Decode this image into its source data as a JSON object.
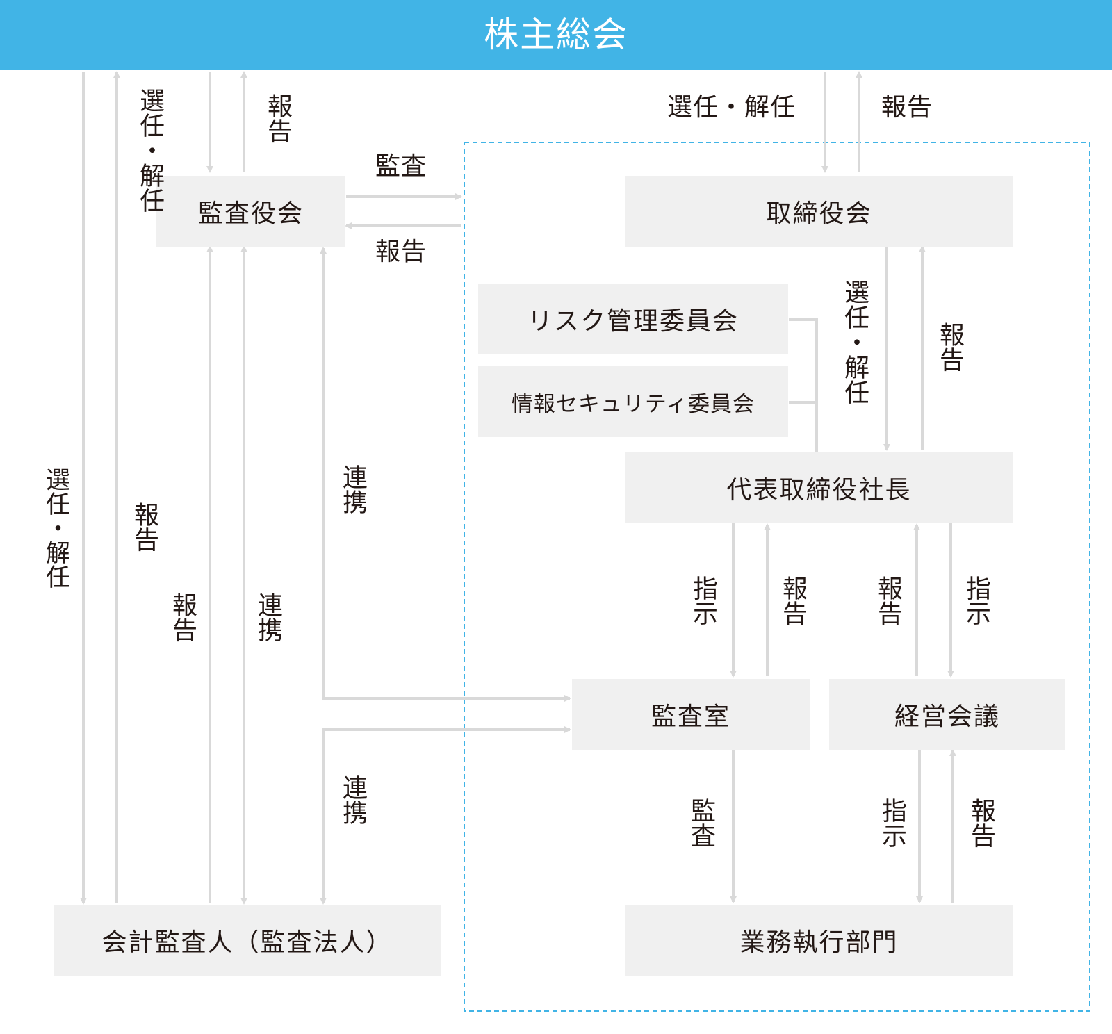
{
  "header": {
    "title": "株主総会",
    "color": "#41b4e6"
  },
  "boxes": {
    "kansayakukai": "監査役会",
    "torishimariyakukai": "取締役会",
    "risk_committee": "リスク管理委員会",
    "infosec_committee": "情報セキュリティ委員会",
    "president": "代表取締役社長",
    "audit_office": "監査室",
    "management_meeting": "経営会議",
    "accounting_auditor": "会計監査人（監査法人）",
    "business_division": "業務執行部門"
  },
  "labels": {
    "select_dismiss": "選任・解任",
    "select_dismiss_top_right": "選任・解任",
    "report": "報告",
    "audit": "監査",
    "instruction": "指示",
    "cooperation": "連携"
  },
  "colors": {
    "arrow": "#d9d9d9",
    "box": "#f0f0f0",
    "dashed_border": "#41b4e6"
  }
}
